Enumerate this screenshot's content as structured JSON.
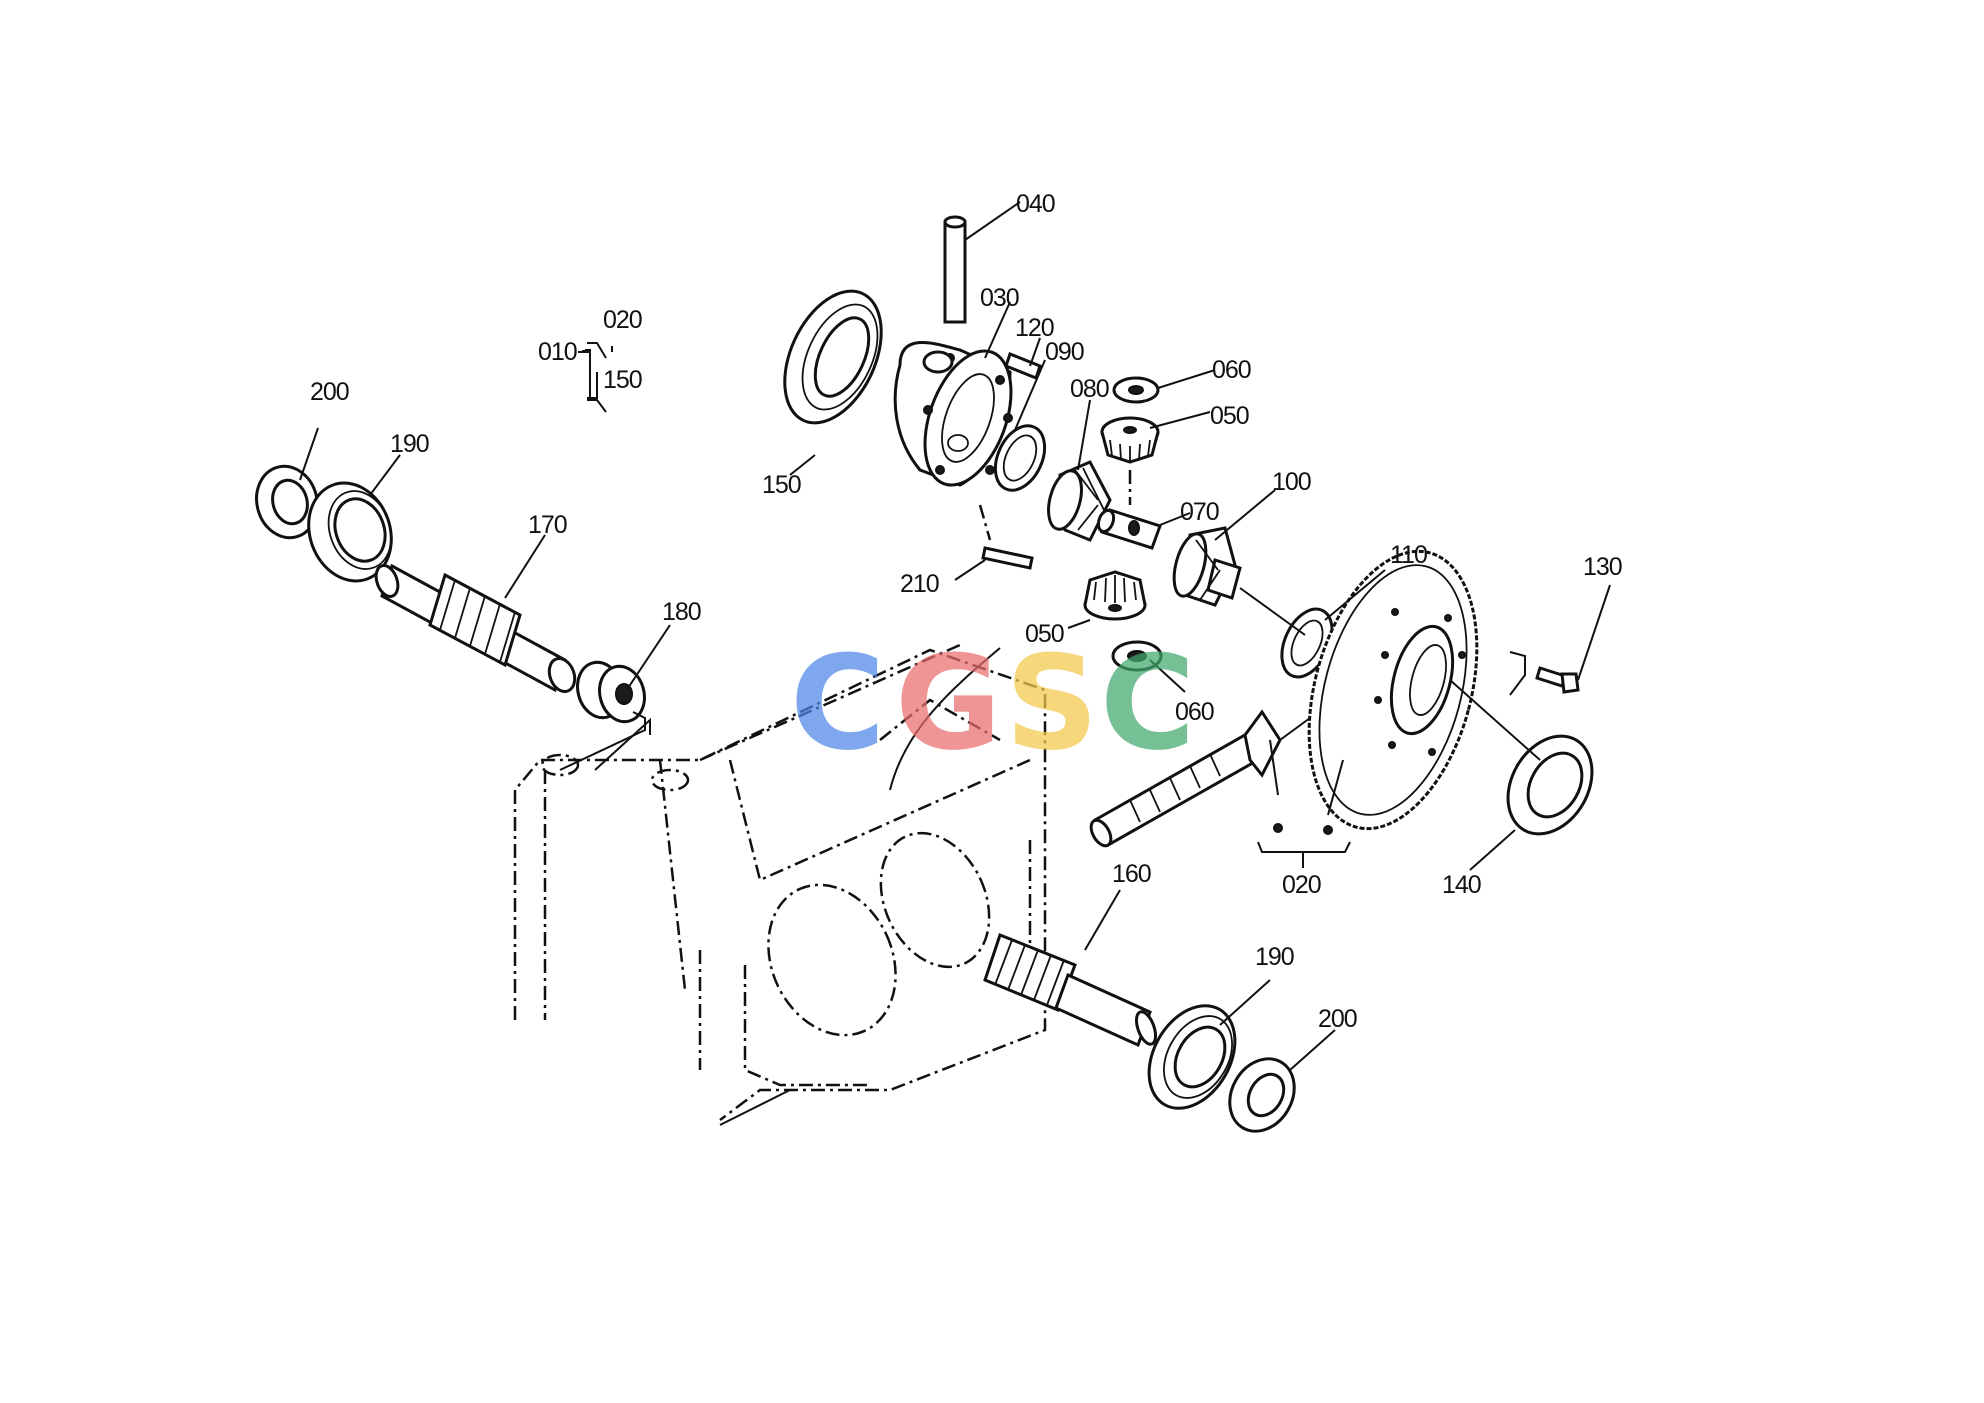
{
  "labels": {
    "p010": "010",
    "p020a": "020",
    "p150a": "150",
    "p020b": "020",
    "p030": "030",
    "p040": "040",
    "p050a": "050",
    "p050b": "050",
    "p060a": "060",
    "p060b": "060",
    "p070": "070",
    "p080": "080",
    "p090": "090",
    "p100": "100",
    "p110": "110",
    "p120": "120",
    "p130": "130",
    "p140": "140",
    "p150b": "150",
    "p160": "160",
    "p170": "170",
    "p180": "180",
    "p190a": "190",
    "p190b": "190",
    "p200a": "200",
    "p200b": "200",
    "p210": "210"
  },
  "watermark": {
    "letters": [
      "C",
      "G",
      "S",
      "C"
    ],
    "colors": [
      "#4f86e8",
      "#ea6d6d",
      "#f3c94a",
      "#42a86d"
    ]
  }
}
